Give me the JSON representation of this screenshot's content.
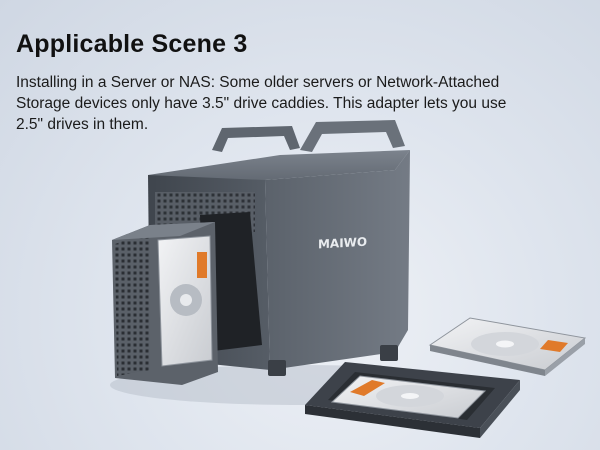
{
  "header": {
    "title": "Applicable Scene 3",
    "description_lines": [
      "Installing in a Server or NAS: Some older servers or Network-Attached",
      "Storage devices only have 3.5\" drive caddies. This adapter lets you use",
      "2.5\" drives in them."
    ]
  },
  "product": {
    "brand": "MAIWO"
  },
  "icons": [
    "nas-enclosure-icon",
    "drive-caddy-icon",
    "hard-drive-icon",
    "bracket-adapter-icon"
  ],
  "colors": {
    "enclosure": "#4a5058",
    "enclosure_light": "#6b727c",
    "caddy": "#5a6068",
    "drive_label": "#e07a2a",
    "bracket": "#3b4048"
  }
}
